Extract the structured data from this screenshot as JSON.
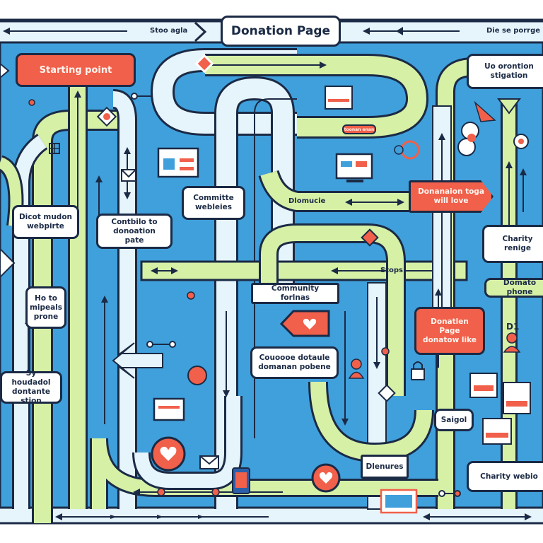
{
  "diagram": {
    "title": "Donation Page",
    "colors": {
      "background": "#ffffff",
      "field": "#3fa0dc",
      "path_green": "#d6f0a6",
      "path_light": "#e6f4fb",
      "outline": "#1b2a45",
      "accent_red": "#f0604a",
      "label_bg": "#ffffff"
    },
    "top_bar": {
      "left_text": "Stoo agla",
      "right_text": "Die se porrge"
    },
    "nodes": [
      {
        "id": "starting-point",
        "text": "Starting point",
        "style": "red"
      },
      {
        "id": "direct-mission-website",
        "text": "Dicot mudon webpirte",
        "style": "white"
      },
      {
        "id": "contribute-donation-page",
        "text": "Contbilo to donoation pate",
        "style": "white"
      },
      {
        "id": "committee-websites",
        "text": "Committe webleies",
        "style": "white"
      },
      {
        "id": "donation-top-label",
        "text": "Dlomucie",
        "style": "text"
      },
      {
        "id": "donation-arrow",
        "text": "Donanaion toga will love",
        "style": "red"
      },
      {
        "id": "use-donation-strategy",
        "text": "Uo orontion stigation",
        "style": "white"
      },
      {
        "id": "charity-range",
        "text": "Charity renige",
        "style": "white"
      },
      {
        "id": "donate-phone",
        "text": "Domato phone",
        "style": "green"
      },
      {
        "id": "steps",
        "text": "Stops",
        "style": "text"
      },
      {
        "id": "community-forms",
        "text": "Community forlnas",
        "style": "white"
      },
      {
        "id": "how-to-mobile-phone",
        "text": "Ho to mipeals prone",
        "style": "white"
      },
      {
        "id": "course-details",
        "text": "Couoooe dotaule domanan pobene",
        "style": "white"
      },
      {
        "id": "donation-page-donate-like",
        "text": "Donatlen Page donatow like",
        "style": "red"
      },
      {
        "id": "by-household-donation",
        "text": "Sy houdadol dontante stion",
        "style": "white"
      },
      {
        "id": "saigol",
        "text": "Saigol",
        "style": "white"
      },
      {
        "id": "diagrams",
        "text": "Dlenures",
        "style": "white"
      },
      {
        "id": "charity-website",
        "text": "Charity webio",
        "style": "white"
      },
      {
        "id": "version-badge",
        "text": "D1",
        "style": "text"
      },
      {
        "id": "small-red-badge",
        "text": "toonan enan",
        "style": "red"
      }
    ]
  }
}
